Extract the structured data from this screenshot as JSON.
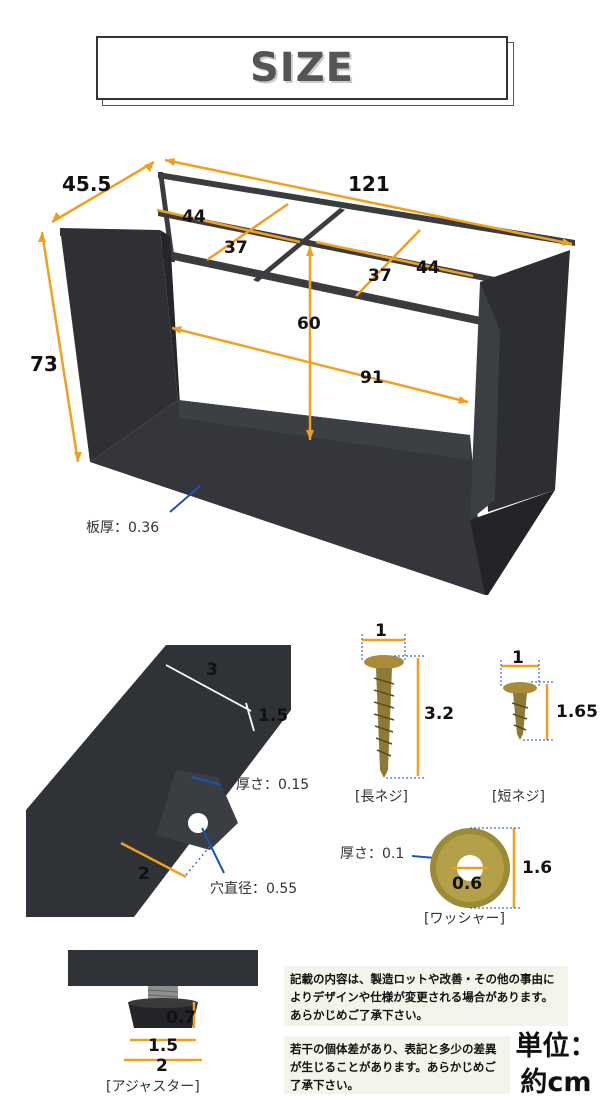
{
  "title": "SIZE",
  "main_dims": {
    "depth": "45.5",
    "width": "121",
    "height": "73",
    "span_left": "44",
    "span_right": "44",
    "inner_left": "37",
    "inner_right": "37",
    "inner_height": "60",
    "inner_width": "91",
    "plate_thickness": "板厚：0.36"
  },
  "bracket": {
    "len": "3",
    "height": "1.5",
    "tab": "2",
    "thickness": "厚さ：0.15",
    "hole": "穴直径：0.55"
  },
  "long_screw": {
    "head": "1",
    "length": "3.2",
    "label": "[長ネジ]"
  },
  "short_screw": {
    "head": "1",
    "length": "1.65",
    "label": "[短ネジ]"
  },
  "washer": {
    "thickness": "厚さ：0.1",
    "inner": "0.6",
    "outer": "1.6",
    "label": "[ワッシャー]"
  },
  "adjuster": {
    "height": "0.7",
    "diameter": "1.5",
    "base": "2",
    "label": "[アジャスター]"
  },
  "notes": {
    "note1": "記載の内容は、製造ロットや改善・その他の事由によりデザインや仕様が変更される場合があります。あらかじめご了承下さい。",
    "note2": "若干の個体差があり、表記と多少の差異が生じることがあります。あらかじめご了承下さい。"
  },
  "unit": {
    "line1": "単位：",
    "line2": "約cm"
  },
  "colors": {
    "dim_line": "#f0a020",
    "frame": "#2e3034",
    "frame_light": "#3c3f44",
    "leader": "#1a55b0",
    "note_bg": "#f1f5ea"
  }
}
